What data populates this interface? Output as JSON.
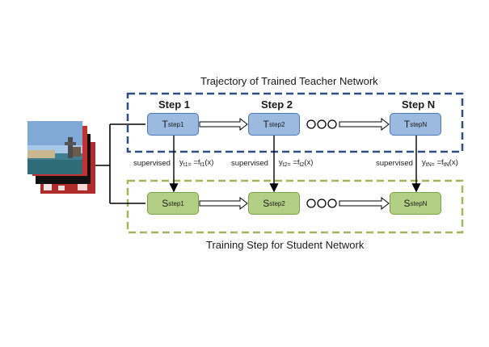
{
  "titles": {
    "teacher": "Trajectory of  Trained Teacher Network",
    "student": "Training Step for Student Network"
  },
  "steps": {
    "step1": "Step 1",
    "step2": "Step 2",
    "stepN": "Step N"
  },
  "teacher_nodes": [
    {
      "main": "T",
      "sub": "step1"
    },
    {
      "main": "T",
      "sub": "step2"
    },
    {
      "main": "T",
      "sub": "stepN"
    }
  ],
  "student_nodes": [
    {
      "main": "S",
      "sub": "step1"
    },
    {
      "main": "S",
      "sub": "step2"
    },
    {
      "main": "S",
      "sub": "stepN"
    }
  ],
  "supervision": [
    {
      "label": "supervised",
      "y": "y",
      "ysub": "t1=",
      "f": " =f",
      "fsub": "t1",
      "arg": "(x)"
    },
    {
      "label": "supervised",
      "y": "y",
      "ysub": "t2=",
      "f": " =f",
      "fsub": "t2",
      "arg": "(x)"
    },
    {
      "label": "supervised",
      "y": "y",
      "ysub": "tN=",
      "f": " =f",
      "fsub": "tN",
      "arg": "(x)"
    }
  ],
  "ellipsis_icon": "three-circles",
  "colors": {
    "teacher_border": "#2f4f7f",
    "student_border": "#9bbb59",
    "teacher_fill": "#9cb9df",
    "student_fill": "#b3cf85"
  }
}
